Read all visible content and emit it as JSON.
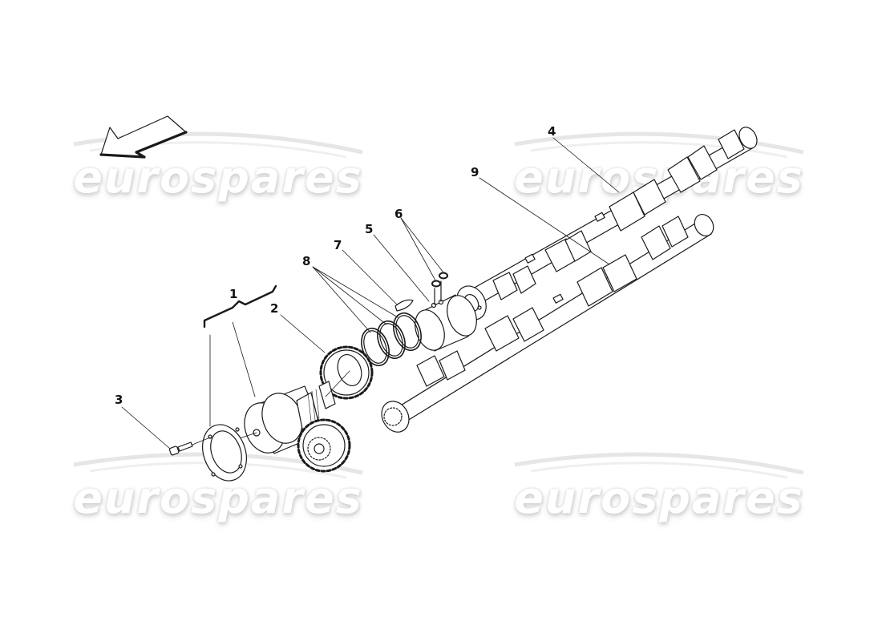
{
  "diagram": {
    "type": "exploded-parts-view",
    "subject": "camshaft assembly with variator and timing gears",
    "direction_arrow": {
      "icon": "arrow-front-left-icon",
      "meaning": "vehicle front direction"
    },
    "watermarks": [
      {
        "text": "eurospares",
        "position": "top-left"
      },
      {
        "text": "eurospares",
        "position": "top-right"
      },
      {
        "text": "eurospares",
        "position": "bottom-left"
      },
      {
        "text": "eurospares",
        "position": "bottom-right"
      }
    ],
    "callouts": [
      {
        "id": "1",
        "label": "1",
        "part": "variator assembly (bracketed group)"
      },
      {
        "id": "2",
        "label": "2",
        "part": "timing gear"
      },
      {
        "id": "3",
        "label": "3",
        "part": "screw"
      },
      {
        "id": "4",
        "label": "4",
        "part": "camshaft (upper)"
      },
      {
        "id": "5",
        "label": "5",
        "part": "bush / sleeve"
      },
      {
        "id": "6",
        "label": "6",
        "part": "o-rings (x2)"
      },
      {
        "id": "7",
        "label": "7",
        "part": "woodruff key"
      },
      {
        "id": "8",
        "label": "8",
        "part": "seal rings (x3)"
      },
      {
        "id": "9",
        "label": "9",
        "part": "camshaft (lower)"
      }
    ]
  },
  "colors": {
    "background": "#ffffff",
    "line_art": "#1a1a1a",
    "watermark_fill": "#ffffff",
    "watermark_shadow": "#d4d4d4"
  }
}
